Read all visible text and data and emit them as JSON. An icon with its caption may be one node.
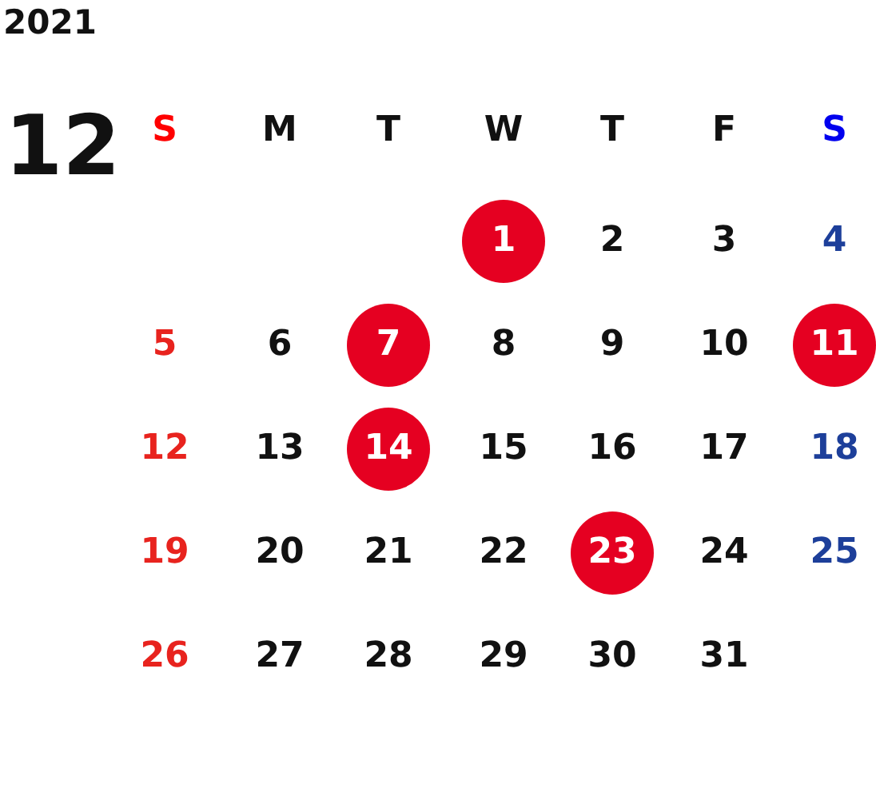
{
  "diagram": {
    "nodes": [
      {
        "text": [
          "1"
        ]
      },
      {
        "text": [
          "7"
        ]
      },
      {
        "text": [
          "11"
        ]
      },
      {
        "text": [
          "14"
        ]
      },
      {
        "text": [
          "23"
        ]
      }
    ],
    "labels": [
      "2021",
      "12",
      "S",
      "M",
      "T",
      "W",
      "T",
      "F",
      "S",
      "2",
      "3",
      "4",
      "5",
      "6",
      "8",
      "9",
      "10",
      "12",
      "13",
      "15",
      "16",
      "17",
      "18",
      "19",
      "20",
      "21",
      "22",
      "24",
      "25",
      "26",
      "27",
      "28",
      "29",
      "30",
      "31"
    ]
  }
}
